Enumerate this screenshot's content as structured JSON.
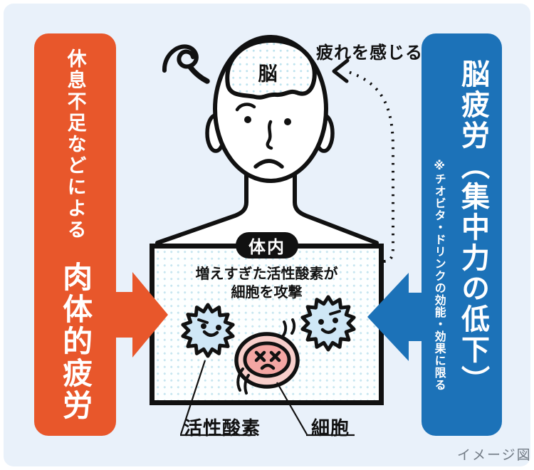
{
  "colors": {
    "left_banner": "#e8572b",
    "right_banner": "#1c72b8",
    "background": "#e9f1fa",
    "outline": "#111111",
    "ros_fill": "#cfe7f6",
    "cell_body": "#f8cfcb",
    "cell_core": "#f4a6a3",
    "caption_gray": "#717a84"
  },
  "left_banner": {
    "prefix": "休息不足などによる",
    "title": "肉体的疲労"
  },
  "right_banner": {
    "title": "脳疲労（集中力の低下）",
    "note": "※チオビタ・ドリンクの効能・効果に限る"
  },
  "illustration": {
    "brain_label": "脳",
    "feel_tired": "疲れを感じる",
    "body_tag": "体内",
    "caption_line1": "増えすぎた活性酸素が",
    "caption_line2": "細胞を攻撃",
    "ros_label": "活性酸素",
    "cell_label": "細胞"
  },
  "footer": {
    "note": "イメージ図"
  }
}
